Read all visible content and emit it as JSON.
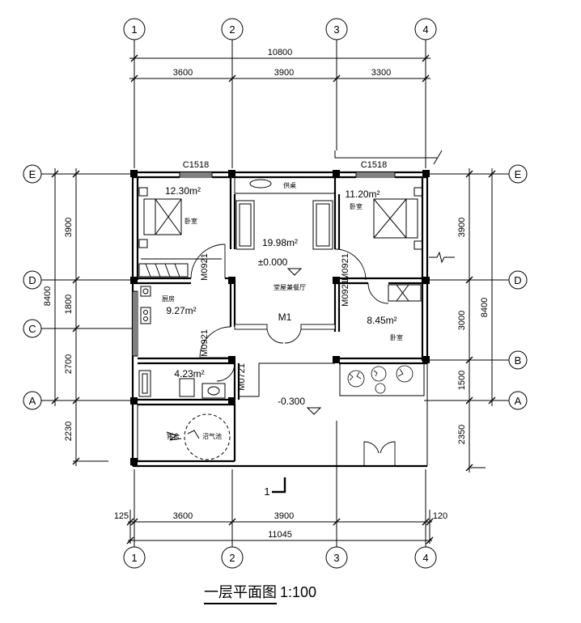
{
  "axes": {
    "numbers": [
      "1",
      "2",
      "3",
      "4"
    ],
    "letters": [
      "E",
      "D",
      "C",
      "B",
      "A"
    ]
  },
  "dimensions": {
    "top_total": "10800",
    "top_segments": [
      "3600",
      "3900",
      "3300"
    ],
    "bottom_total": "11045",
    "bottom_segments": [
      "3600",
      "3900"
    ],
    "bottom_left_offset": "125",
    "bottom_right_offset": "120",
    "left_segments": [
      "3900",
      "1800",
      "2700",
      "2230"
    ],
    "left_total": "8400",
    "right_segments": [
      "3900",
      "3000",
      "1500",
      "2350"
    ],
    "right_total": "8400"
  },
  "windows": {
    "left": "C1518",
    "right": "C1518"
  },
  "doors": {
    "m0921_a": "M0921",
    "m0921_b": "M0921",
    "m0921_c": "M0921",
    "m0921_d": "M0921",
    "m0721": "M0721",
    "m1": "M1"
  },
  "rooms": {
    "bedroom_nw_area": "12.30m²",
    "bedroom_nw_label": "卧室",
    "bedroom_ne_area": "11.20m²",
    "bedroom_ne_label": "卧室",
    "living_area": "19.98m²",
    "living_level": "±0.000",
    "living_label": "堂屋兼餐厅",
    "altar_label": "供桌",
    "kitchen_label": "厨房",
    "kitchen_area": "9.27m²",
    "bedroom_small_area": "8.45m²",
    "bedroom_small_label": "卧室",
    "bath_area": "4.23m²",
    "yard_level": "-0.300",
    "pig_label": "猪舍",
    "biogas_label": "沼气池"
  },
  "section_mark": "1",
  "title": {
    "main": "一层平面图",
    "scale": "1:100"
  }
}
